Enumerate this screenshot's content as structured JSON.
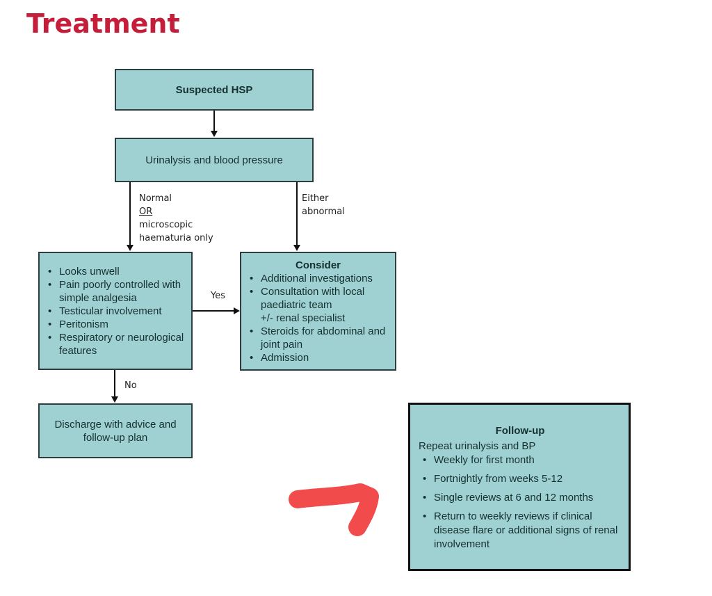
{
  "title": "Treatment",
  "nodes": {
    "suspected": "Suspected HSP",
    "urinalysis": "Urinalysis and blood pressure",
    "assess": {
      "items": [
        "Looks unwell",
        "Pain poorly controlled with simple analgesia",
        "Testicular involvement",
        "Peritonism",
        "Respiratory or neurological features"
      ]
    },
    "consider": {
      "heading": "Consider",
      "items": [
        "Additional investigations",
        "Consultation with local paediatric team",
        "+/- renal specialist",
        "Steroids for abdominal and joint pain",
        "Admission"
      ]
    },
    "discharge": "Discharge with advice and follow-up plan",
    "followup": {
      "heading": "Follow-up",
      "intro": "Repeat urinalysis and BP",
      "items": [
        "Weekly for first month",
        "Fortnightly from weeks 5-12",
        "Single reviews at 6 and 12 months",
        "Return to weekly reviews if clinical disease flare or additional signs of renal involvement"
      ]
    }
  },
  "edge_labels": {
    "normal_line1": "Normal",
    "normal_or": "OR",
    "normal_line3": "microscopic",
    "normal_line4": "haematuria only",
    "abnormal_line1": "Either",
    "abnormal_line2": "abnormal",
    "yes": "Yes",
    "no": "No"
  },
  "annotation": {
    "type": "hand-drawn arrow",
    "color": "#f24b4b",
    "points_to": "followup"
  }
}
